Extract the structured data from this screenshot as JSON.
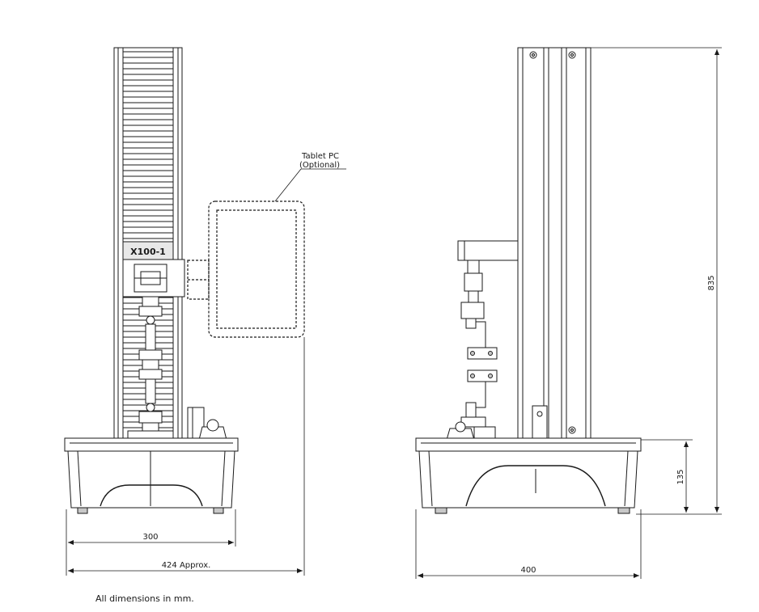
{
  "model_label": "X100-1",
  "callout": {
    "line1": "Tablet PC",
    "line2": "(Optional)"
  },
  "dimensions": {
    "base_width_front": "300",
    "overall_width": "424 Approx.",
    "base_width_side": "400",
    "base_height": "135",
    "overall_height": "835"
  },
  "footnote": "All dimensions in mm."
}
